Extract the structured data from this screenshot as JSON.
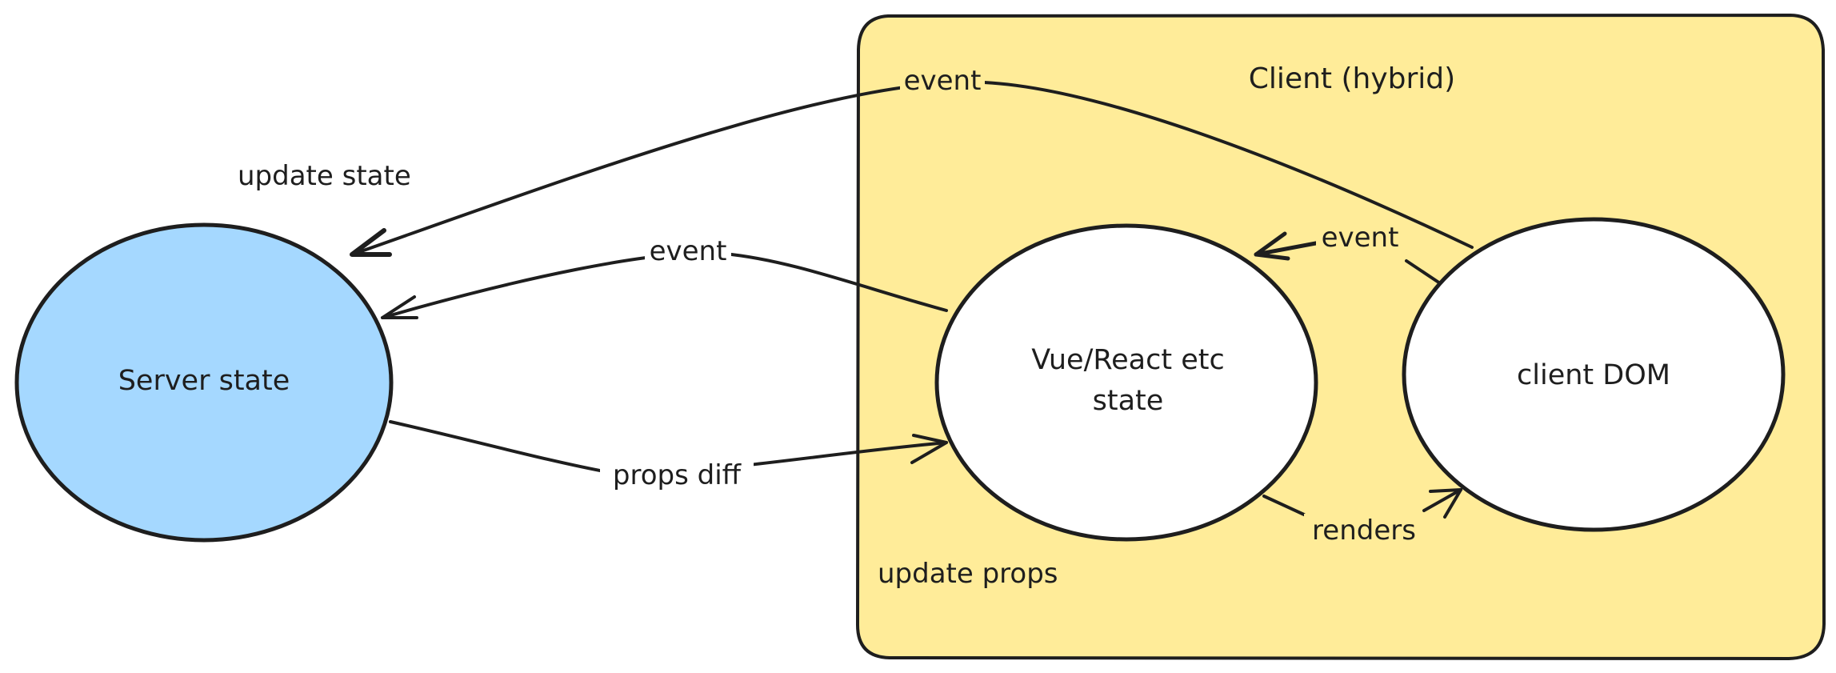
{
  "colors": {
    "client_group_fill": "#ffec99",
    "server_node_fill": "#a5d8ff",
    "node_fill": "#ffffff",
    "stroke": "#1e1e1e"
  },
  "groups": {
    "client": {
      "title": "Client (hybrid)"
    }
  },
  "nodes": {
    "server_state": {
      "label": "Server state"
    },
    "framework_state": {
      "label_lines": [
        "Vue/React etc",
        "state"
      ]
    },
    "client_dom": {
      "label": "client DOM"
    }
  },
  "edges": {
    "dom_to_server": {
      "label": "event"
    },
    "framework_to_server": {
      "label": "event"
    },
    "server_to_framework": {
      "label": "props diff"
    },
    "dom_to_framework": {
      "label": "event"
    },
    "framework_to_dom": {
      "label": "renders"
    }
  },
  "annotations": {
    "update_state": "update state",
    "update_props": "update props"
  }
}
